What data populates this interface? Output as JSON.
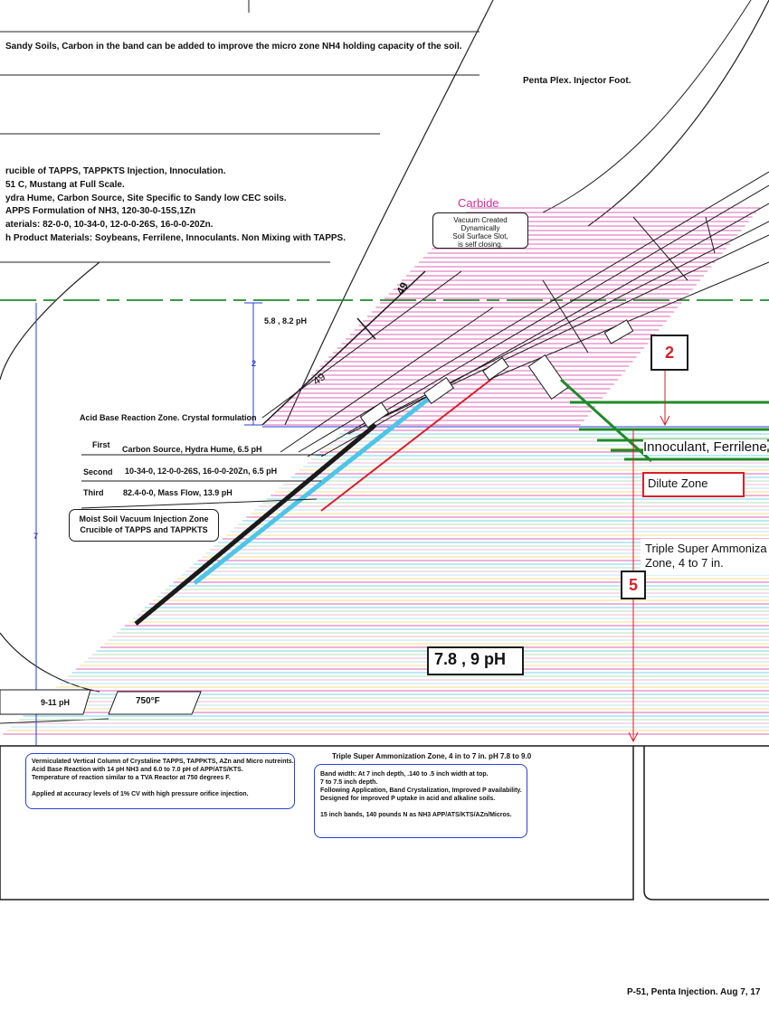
{
  "header": {
    "sandy_soils_note": "Sandy Soils, Carbon in the band can be added  to improve the micro zone NH4 holding capacity of the soil.",
    "injector_foot": "Penta Plex. Injector Foot."
  },
  "spec_lines": [
    "rucible of TAPPS, TAPPKTS Injection, Innoculation.",
    "51 C, Mustang at Full Scale.",
    "ydra Hume, Carbon Source, Site Specific to Sandy low CEC soils.",
    "APPS Formulation of NH3, 120-30-0-15S,1Zn",
    "aterials: 82-0-0, 10-34-0, 12-0-0-26S, 16-0-0-20Zn.",
    "h Product Materials:  Soybeans, Ferrilene, Innoculants. Non Mixing with TAPPS."
  ],
  "carbide": {
    "label": "Carbide",
    "callout_lines": [
      "Vacuum Created Dynamically",
      "Soil Surface Slot,",
      "is self closing."
    ]
  },
  "dimensions": {
    "angle_upper": "49",
    "angle_lower": "49",
    "top_ph": "5.8 , 8.2 pH",
    "depth_2": "2",
    "depth_7": "7"
  },
  "reaction_zone": "Acid Base Reaction Zone. Crystal formulation",
  "injection_rows": [
    {
      "label": "First",
      "text": "Carbon Source, Hydra Hume,  6.5 pH"
    },
    {
      "label": "Second",
      "text": "10-34-0, 12-0-0-26S, 16-0-0-20Zn,  6.5 pH"
    },
    {
      "label": "Third",
      "text": "82.4-0-0, Mass Flow,  13.9 pH"
    }
  ],
  "vacuum_box": [
    "Moist Soil Vacuum Injection Zone",
    "Crucible of TAPPS and TAPPKTS"
  ],
  "zones": {
    "marker_2": "2",
    "innoculant": "Innoculant, Ferrilene",
    "dilute": "Dilute Zone",
    "triple_line1": "Triple Super Ammoniza",
    "triple_line2": "Zone, 4 to 7 in.",
    "marker_5": "5",
    "ph_box": "7.8 , 9 pH",
    "ph_9_11": "9-11 pH",
    "temp_750": "750°F"
  },
  "info_left": {
    "lines": [
      "Vermiculated Vertical Column of Crystaline TAPPS, TAPPKTS,  AZn and Micro nutreints.",
      "Acid Base Reaction with 14 pH NH3 and 6.0 to 7.0 pH of APP/ATS/KTS.",
      "Temperature of reaction similar to a TVA Reactor at 750 degrees F."
    ],
    "footer": "Applied at accuracy levels of 1% CV with high pressure orifice injection."
  },
  "info_right": {
    "title": "Triple Super Ammonization Zone, 4 in to 7 in. pH 7.8 to 9.0",
    "lines": [
      "Band width: At 7 inch depth, .140 to .5 inch width at top.",
      "7 to 7.5  inch depth.",
      "Following Application, Band Crystalization, Improved P availability.",
      "Designed for improved P uptake in acid and alkaline soils."
    ],
    "footer": "15 inch bands, 140 pounds N as NH3 APP/ATS/KTS/AZn/Micros."
  },
  "page_label": "P-51, Penta Injection. Aug 7, 17",
  "colors": {
    "magenta": "#d2309a",
    "cyan": "#4ec5e8",
    "green": "#1f8a2a",
    "red": "#d81f2a",
    "blue": "#2a3fd0",
    "black": "#1a1a1a"
  }
}
